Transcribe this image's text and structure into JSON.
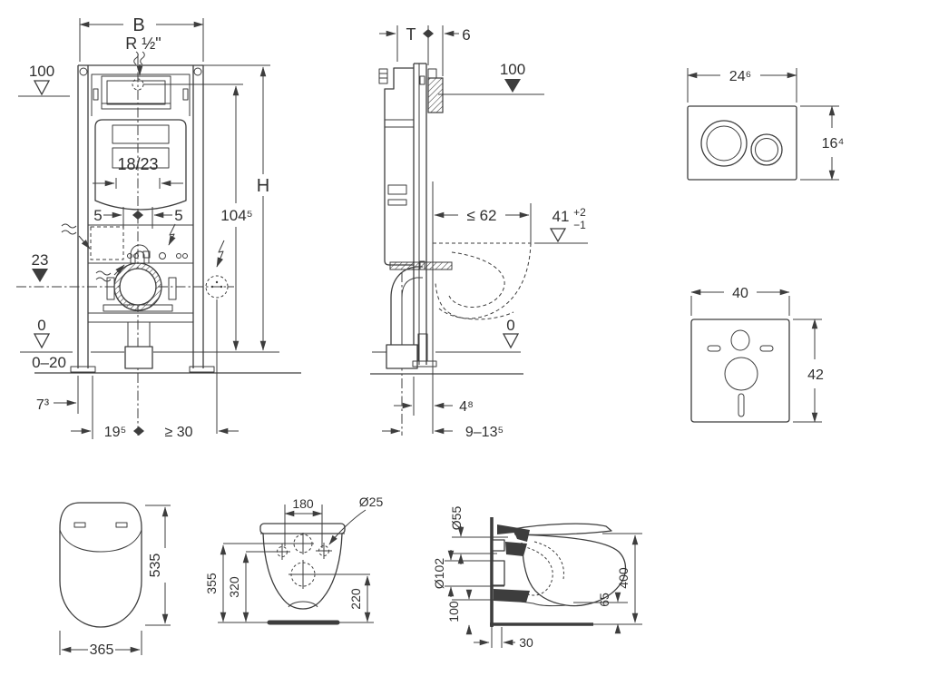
{
  "colors": {
    "line": "#3d3d3d",
    "background": "#ffffff",
    "text": "#303030"
  },
  "frame_front": {
    "width_label": "B",
    "supply_label": "R ½\"",
    "supply_level": "100",
    "flush_pipe": "18/23",
    "offset_left": "5",
    "offset_right": "5",
    "outlet_level": "23",
    "height_label": "H",
    "height_value": "104⁵",
    "floor_zero": "0",
    "floor_range": "0–20",
    "foot_offset": "7³",
    "drain_offset": "19⁵",
    "side_clearance": "≥ 30"
  },
  "frame_side": {
    "depth_label": "T",
    "wall_offset": "6",
    "supply_level": "100",
    "wc_depth": "≤ 62",
    "seat_height": "41",
    "seat_height_tol_plus": "+2",
    "seat_height_tol_minus": "−1",
    "floor_zero": "0",
    "rail_offset": "4⁸",
    "drain_depth": "9–13⁵"
  },
  "flush_plate": {
    "width": "24⁶",
    "height": "16⁴"
  },
  "sound_pad": {
    "width": "40",
    "height": "42"
  },
  "seat_top": {
    "length": "535",
    "width": "365"
  },
  "wc_rear": {
    "hole_spacing": "180",
    "hole_diameter": "Ø25",
    "height_total": "355",
    "height_inner": "320",
    "outlet_height": "220"
  },
  "wc_side": {
    "inlet_diameter": "Ø55",
    "outlet_diameter": "Ø102",
    "outlet_center_height": "100",
    "height_total": "400",
    "bottom_clearance": "65",
    "wall_gap": "30"
  }
}
